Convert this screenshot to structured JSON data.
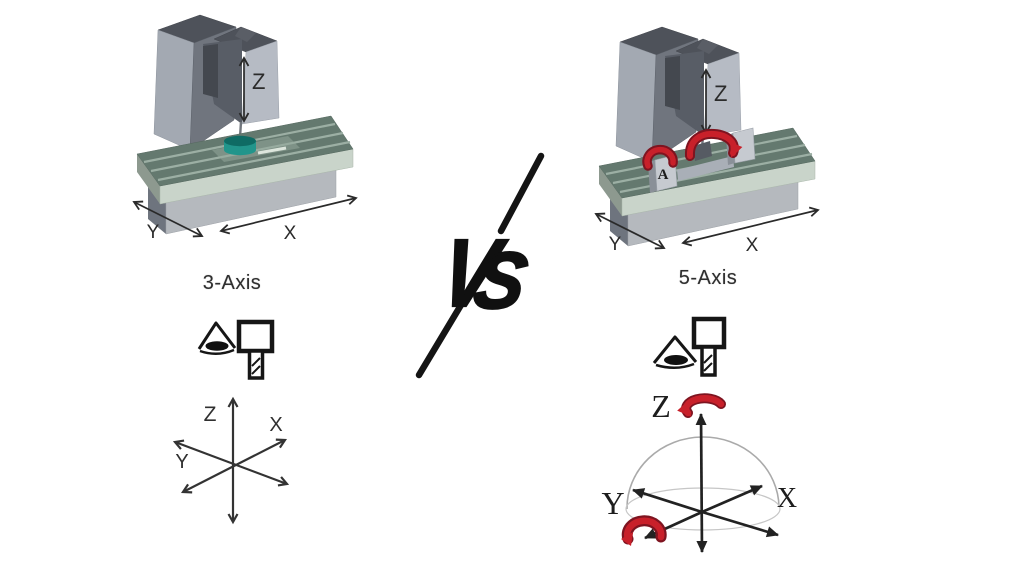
{
  "divider": {
    "vs_v": "V",
    "vs_s": "S"
  },
  "left": {
    "caption": "3-Axis",
    "machine_axes": {
      "z": "Z",
      "y": "Y",
      "x": "X"
    },
    "axis_diagram": {
      "z": "Z",
      "x": "X",
      "y": "Y"
    }
  },
  "right": {
    "caption": "5-Axis",
    "machine_axes": {
      "z": "Z",
      "y": "Y",
      "x": "X",
      "a": "A"
    },
    "axis_diagram": {
      "z": "Z",
      "x": "X",
      "y": "Y"
    }
  },
  "icons": {
    "eye": "eye-icon",
    "tool": "end-mill-tool-icon"
  },
  "colors": {
    "ink": "#1f1f1f",
    "slash": "#141414",
    "red": "#c8202a",
    "red_shadow": "#7e1420",
    "teal": "#22958b",
    "teal_top": "#0f6b64",
    "table_green": "#64796f",
    "machine_gray_dark": "#4e525a",
    "machine_gray_light": "#aab0b9",
    "dome_line": "#aaaaaa"
  }
}
